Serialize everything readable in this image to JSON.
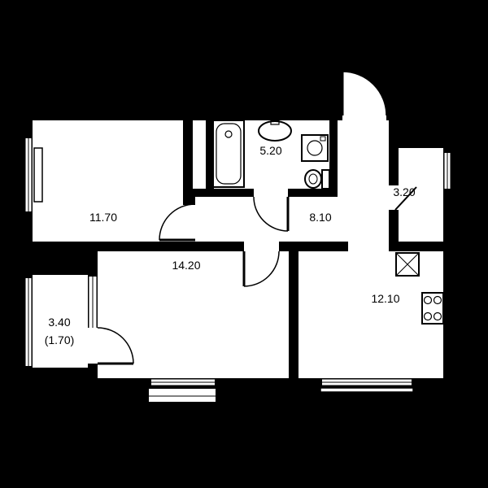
{
  "title": "Apartment floor plan",
  "colors": {
    "background": "#000000",
    "floor": "#ffffff",
    "wall": "#000000",
    "text": "#000000"
  },
  "rooms": [
    {
      "name": "room",
      "area": "11.70"
    },
    {
      "name": "bathroom",
      "area": "5.20"
    },
    {
      "name": "hallway",
      "area": "8.10"
    },
    {
      "name": "storage",
      "area": "3.20"
    },
    {
      "name": "living-room",
      "area": "14.20"
    },
    {
      "name": "kitchen",
      "area": "12.10"
    },
    {
      "name": "balcony",
      "area": "3.40",
      "area_coefficient": "(1.70)"
    }
  ],
  "fixtures": [
    "bathtub",
    "sink",
    "washing-machine",
    "toilet",
    "fridge",
    "stove",
    "radiator"
  ],
  "features": [
    "entrance-door",
    "interior-doors",
    "windows",
    "balcony-door",
    "window-sill"
  ]
}
